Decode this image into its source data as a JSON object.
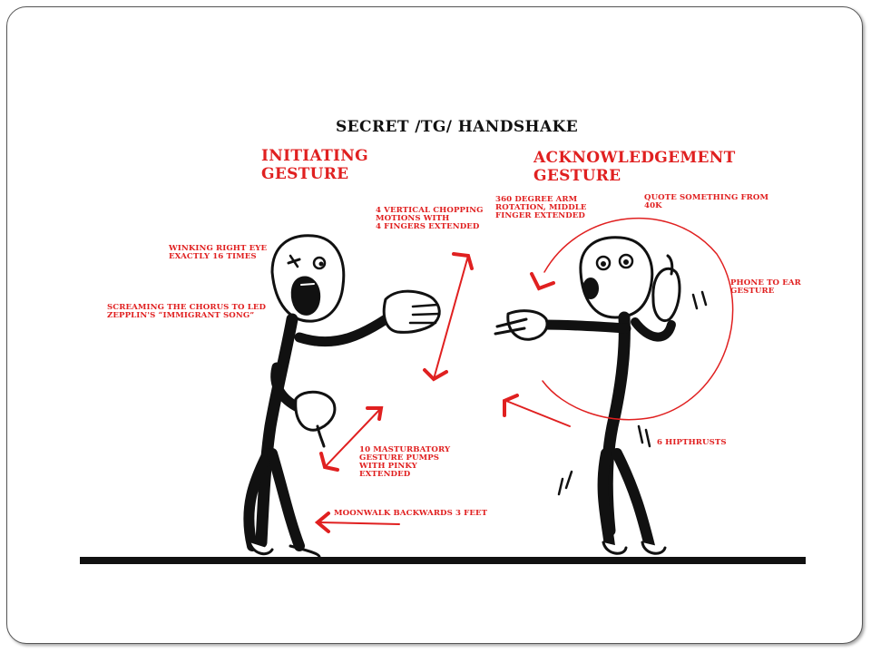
{
  "title": "SECRET /TG/ HANDSHAKE",
  "sections": {
    "initiating": "INITIATING\nGESTURE",
    "acknowledgement": "ACKNOWLEDGEMENT\nGESTURE"
  },
  "annotations": {
    "winking": "WINKING RIGHT EYE\nEXACTLY 16 TIMES",
    "screaming": "SCREAMING THE CHORUS TO LED\nZEPPLIN'S “IMMIGRANT SONG”",
    "chopping": "4 VERTICAL CHOPPING\nMOTIONS WITH\n4 FINGERS EXTENDED",
    "pumps": "10 MASTURBATORY\nGESTURE PUMPS\nWITH PINKY\nEXTENDED",
    "moonwalk": "MOONWALK BACKWARDS 3 FEET",
    "arm_rotation": "360 DEGREE ARM\nROTATION, MIDDLE\nFINGER EXTENDED",
    "quote": "QUOTE SOMETHING FROM\n40K",
    "phone": "PHONE TO EAR\nGESTURE",
    "hipthrusts": "6 HIPTHRUSTS"
  },
  "colors": {
    "annotation": "#e02020",
    "ink": "#111111"
  }
}
